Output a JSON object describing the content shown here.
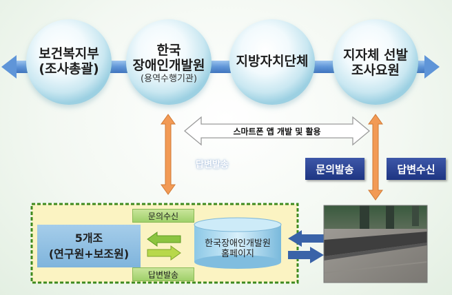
{
  "nodes": [
    {
      "id": "moh",
      "line1": "보건복지부",
      "line2": "(조사총괄)"
    },
    {
      "id": "kodaf",
      "line1": "한국",
      "line2": "장애인개발원",
      "line3": "(용역수행기관)"
    },
    {
      "id": "local",
      "line1": "지방자치단체"
    },
    {
      "id": "surveyor",
      "line1": "지자체 선발",
      "line2": "조사요원"
    }
  ],
  "app_arrow_label": "스마트폰 앱 개발 및 활용",
  "ghost_label": "답변발송",
  "tags": {
    "inquiry_send": "문의발송",
    "answer_receive": "답변수신"
  },
  "bottom": {
    "team_line1": "5개조",
    "team_line2": "(연구원+보조원)",
    "inquiry_receive": "문의수신",
    "answer_send": "답변발송",
    "homepage_line1": "한국장애인개발원",
    "homepage_line2": "홈페이지"
  },
  "colors": {
    "accent_blue": "#4f7fc6",
    "orange_arrow": "#f29a55",
    "tag_navy": "#24398a",
    "green_border": "#3e8a1e",
    "bottom_panel": "#fbf3c2"
  }
}
